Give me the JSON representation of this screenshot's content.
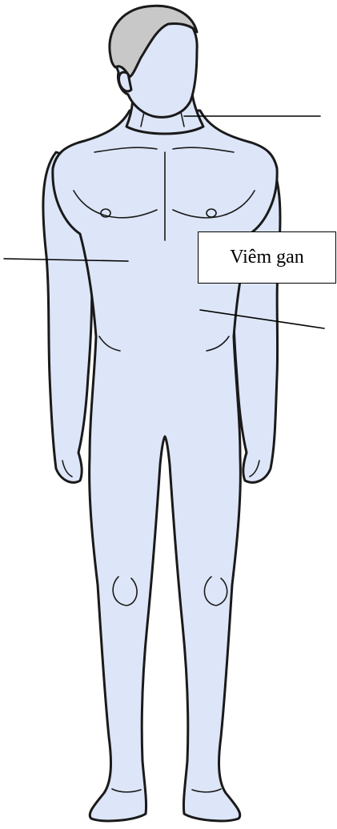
{
  "diagram": {
    "labels": {
      "liver": "Viêm gan"
    },
    "colors": {
      "skin": "#dde6f8",
      "outline": "#1a1a1a",
      "hair": "#c8c8c8",
      "leader_line": "#000000"
    },
    "leader_lines": [
      "neck",
      "arm",
      "liver"
    ]
  }
}
